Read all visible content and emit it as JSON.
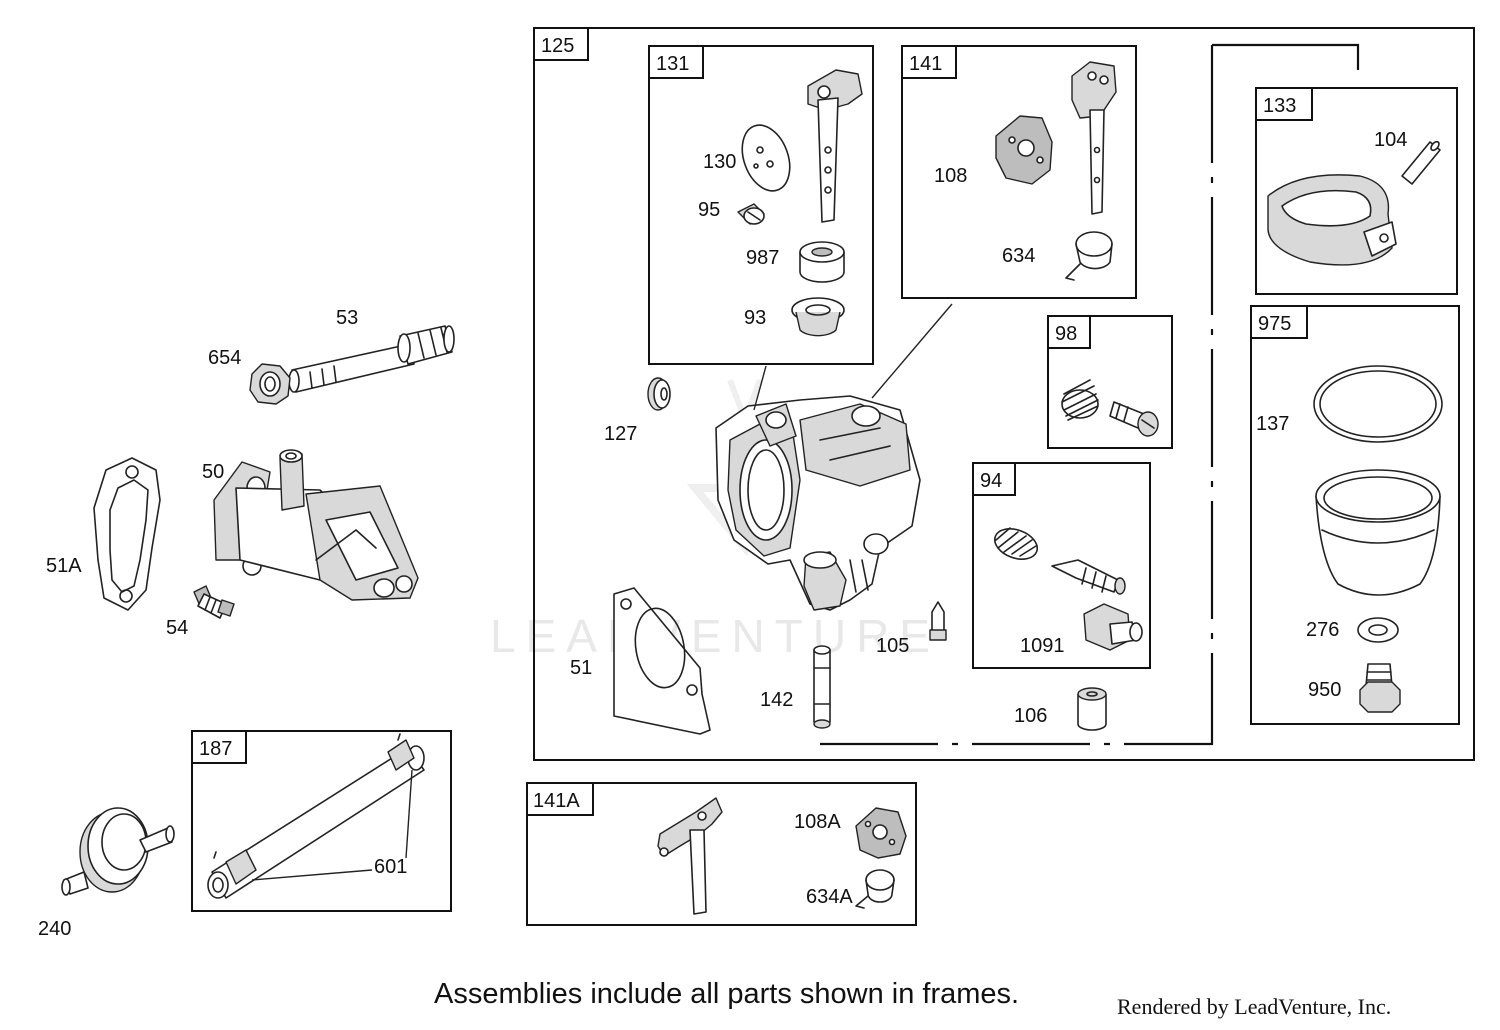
{
  "frames": {
    "f125": "125",
    "f131": "131",
    "f141": "141",
    "f133": "133",
    "f98": "98",
    "f94": "94",
    "f975": "975",
    "f187": "187",
    "f141A": "141A"
  },
  "parts": {
    "p53": "53",
    "p654": "654",
    "p50": "50",
    "p51A": "51A",
    "p54": "54",
    "p240": "240",
    "p601": "601",
    "p130": "130",
    "p95": "95",
    "p987": "987",
    "p93": "93",
    "p108": "108",
    "p634": "634",
    "p104": "104",
    "p127": "127",
    "p137": "137",
    "p276": "276",
    "p950": "950",
    "p105": "105",
    "p1091": "1091",
    "p51": "51",
    "p142": "142",
    "p106": "106",
    "p108A": "108A",
    "p634A": "634A"
  },
  "watermark": "LEADVENTURE",
  "caption": "Assemblies include all parts shown in frames.",
  "credit": "Rendered by LeadVenture, Inc."
}
